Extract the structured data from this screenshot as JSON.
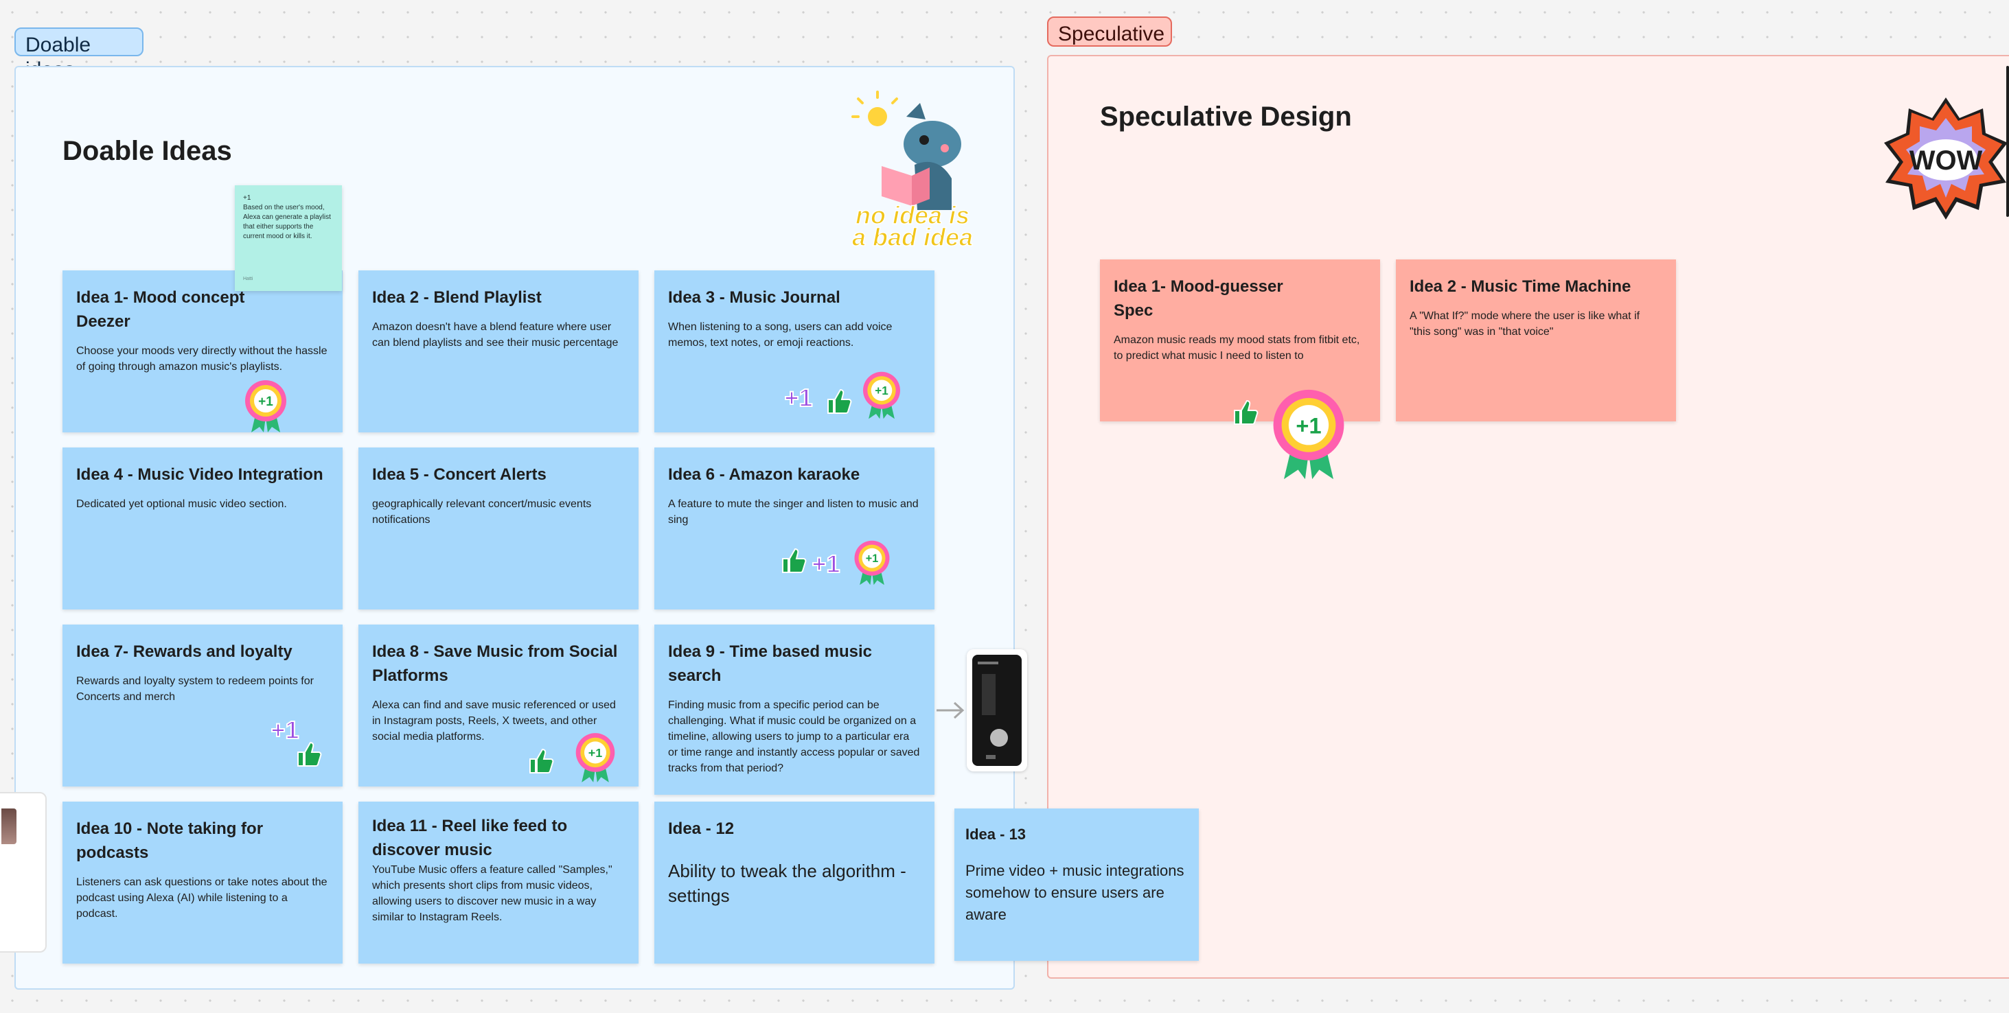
{
  "sections": {
    "doable": {
      "tag": "Doable ideas",
      "title": "Doable Ideas",
      "color": "#a6d8fc"
    },
    "speculative": {
      "tag": "Speculative",
      "title": "Speculative Design",
      "color": "#ffada1"
    }
  },
  "mini_note": {
    "vote": "+1",
    "text": "Based on the user's mood, Alexa can generate a playlist that either supports the current mood or kills it.",
    "author": "Hatti"
  },
  "doable_cards": [
    {
      "title": "Idea 1- Mood concept\nDeezer",
      "body": "Choose your moods very directly without the hassle of going through amazon music's playlists."
    },
    {
      "title": "Idea 2 - Blend Playlist",
      "body": "Amazon doesn't have a blend feature where user can blend playlists and see their music percentage"
    },
    {
      "title": "Idea 3 -  Music Journal",
      "body": "When listening to a song, users can add voice memos, text notes, or emoji reactions."
    },
    {
      "title": "Idea 4 - Music Video Integration",
      "body": "Dedicated yet optional music video section."
    },
    {
      "title": "Idea 5 -  Concert Alerts",
      "body": "geographically relevant concert/music events notifications"
    },
    {
      "title": "Idea 6 - Amazon karaoke",
      "body": "A feature to mute the singer and listen to music and sing"
    },
    {
      "title": "Idea 7- Rewards and loyalty",
      "body": "Rewards and loyalty system to redeem points for Concerts and merch"
    },
    {
      "title": "Idea 8 - Save Music from Social Platforms",
      "body": "Alexa can find and save music referenced or used in Instagram posts, Reels, X tweets, and other social media platforms."
    },
    {
      "title": "Idea 9 - Time based music search",
      "body": "Finding music from a specific period can be challenging. What if music could be organized on a timeline, allowing users to jump to a particular era or time range and instantly access popular or saved tracks from that period?"
    },
    {
      "title": "Idea 10 - Note taking for podcasts",
      "body": "Listeners can ask questions or take notes about the podcast using Alexa (AI) while listening to a podcast."
    },
    {
      "title": "Idea 11 - Reel like feed to discover music",
      "body": "YouTube Music offers a feature called \"Samples,\" which presents short clips from music videos, allowing users to discover new music in a way similar to Instagram Reels."
    },
    {
      "title": "Idea - 12",
      "body": "Ability to tweak the algorithm - settings"
    },
    {
      "title": "Idea - 13",
      "body": "Prime video + music integrations somehow to ensure users are aware"
    }
  ],
  "spec_cards": [
    {
      "title": "Idea 1- Mood-guesser\nSpec",
      "body": "Amazon music reads my mood stats from fitbit etc, to predict what music I need to listen to"
    },
    {
      "title": "Idea 2 - Music Time Machine",
      "body": "A \"What If?\" mode where the user is like  what if \"this song\"  was in \"that voice\""
    }
  ],
  "stickers": {
    "plus_one": "+1",
    "badge": "+1",
    "wow": "WOW",
    "no_idea_line1": "no idea is",
    "no_idea_line2": "a bad idea",
    "thumbs_up_color": "#1aa34a",
    "plus_one_color": "#9b4de0"
  }
}
